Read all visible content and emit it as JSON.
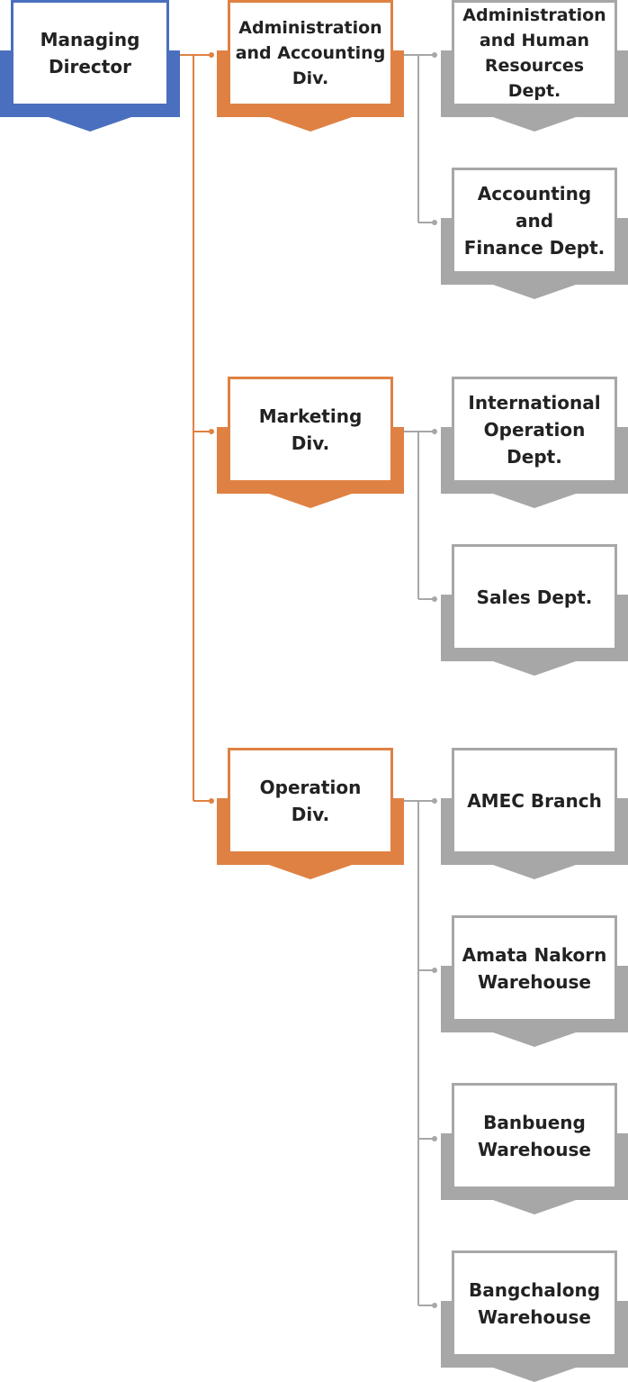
{
  "colors": {
    "top": "#4a6fbe",
    "division": "#df8143",
    "department": "#a7a7a7"
  },
  "top": {
    "label": "Managing\nDirector"
  },
  "divisions": [
    {
      "label": "Administration\nand Accounting\nDiv.",
      "departments": [
        "Administration\nand Human\nResources Dept.",
        "Accounting and\nFinance Dept."
      ]
    },
    {
      "label": "Marketing\nDiv.",
      "departments": [
        "International\nOperation Dept.",
        "Sales Dept."
      ]
    },
    {
      "label": "Operation\nDiv.",
      "departments": [
        "AMEC Branch",
        "Amata Nakorn\nWarehouse",
        "Banbueng\nWarehouse",
        "Bangchalong\nWarehouse"
      ]
    }
  ]
}
